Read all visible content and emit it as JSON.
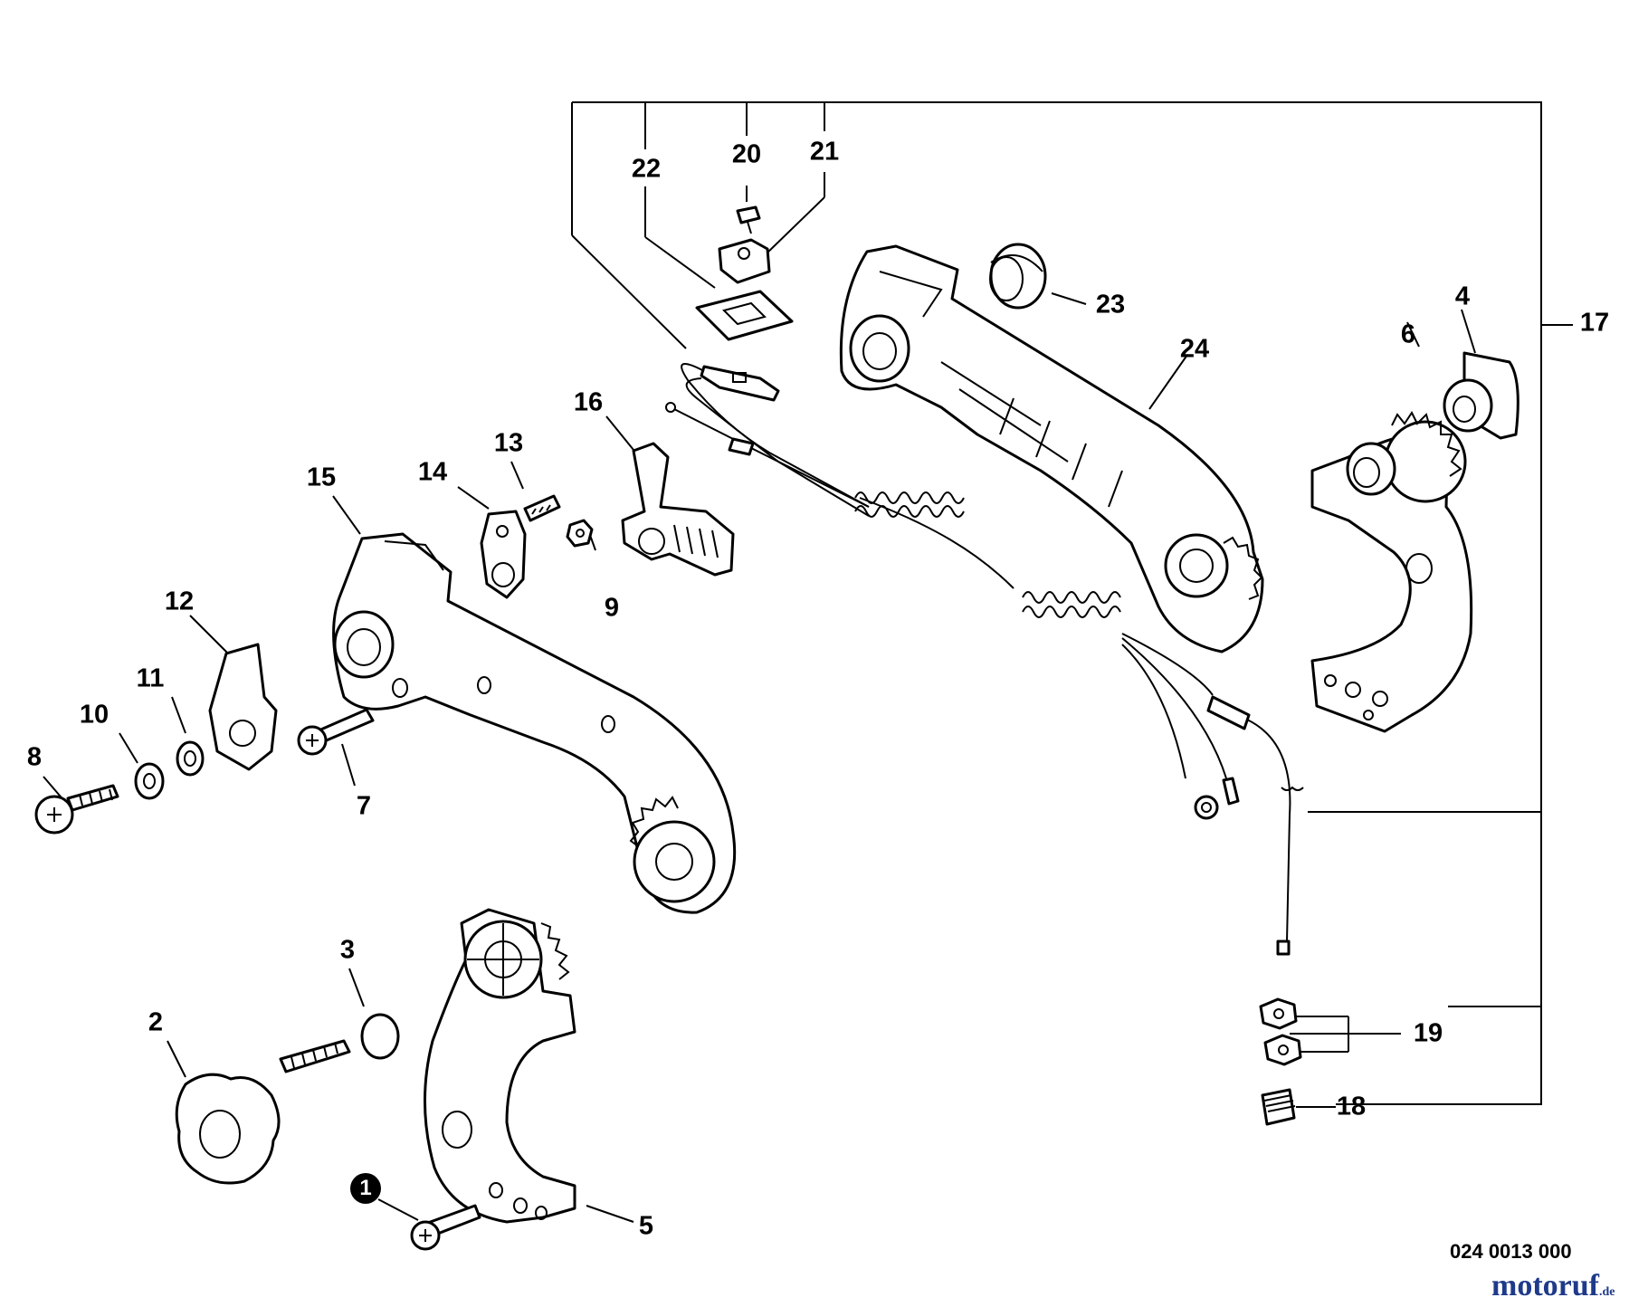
{
  "diagram": {
    "callouts": [
      {
        "id": "c1",
        "text": "1",
        "style": "circled"
      },
      {
        "id": "c2",
        "text": "2"
      },
      {
        "id": "c3",
        "text": "3"
      },
      {
        "id": "c4",
        "text": "4"
      },
      {
        "id": "c5",
        "text": "5"
      },
      {
        "id": "c6",
        "text": "6"
      },
      {
        "id": "c7",
        "text": "7"
      },
      {
        "id": "c8",
        "text": "8"
      },
      {
        "id": "c9",
        "text": "9"
      },
      {
        "id": "c10",
        "text": "10"
      },
      {
        "id": "c11",
        "text": "11"
      },
      {
        "id": "c12",
        "text": "12"
      },
      {
        "id": "c13",
        "text": "13"
      },
      {
        "id": "c14",
        "text": "14"
      },
      {
        "id": "c15",
        "text": "15"
      },
      {
        "id": "c16",
        "text": "16"
      },
      {
        "id": "c17",
        "text": "17"
      },
      {
        "id": "c18",
        "text": "18"
      },
      {
        "id": "c19",
        "text": "19"
      },
      {
        "id": "c20",
        "text": "20"
      },
      {
        "id": "c21",
        "text": "21"
      },
      {
        "id": "c22",
        "text": "22"
      },
      {
        "id": "c23",
        "text": "23"
      },
      {
        "id": "c24",
        "text": "24"
      }
    ],
    "document_code": "024 0013 000",
    "watermark": {
      "main": "motoruf",
      "suffix": ".de"
    },
    "colors": {
      "line": "#000000",
      "background": "#ffffff",
      "watermark_blue": "#1f3a8a",
      "watermark_orange": "#e8731a"
    }
  }
}
